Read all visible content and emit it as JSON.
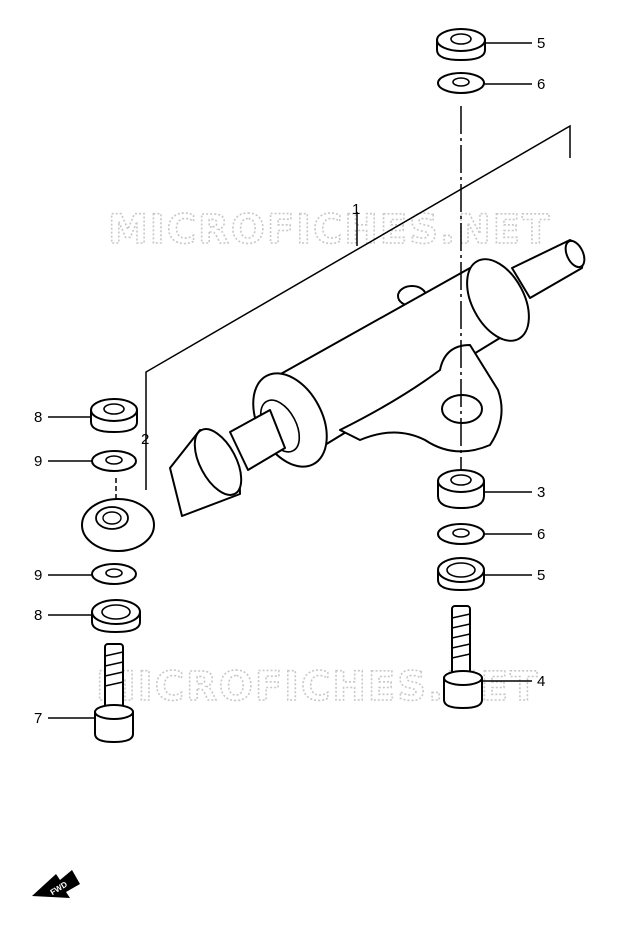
{
  "watermark": "MICROFICHES.NET",
  "callouts": [
    {
      "id": "1",
      "text": "1"
    },
    {
      "id": "2",
      "text": "2"
    },
    {
      "id": "3",
      "text": "3"
    },
    {
      "id": "4",
      "text": "4"
    },
    {
      "id": "5a",
      "text": "5"
    },
    {
      "id": "5b",
      "text": "5"
    },
    {
      "id": "6a",
      "text": "6"
    },
    {
      "id": "6b",
      "text": "6"
    },
    {
      "id": "7",
      "text": "7"
    },
    {
      "id": "8a",
      "text": "8"
    },
    {
      "id": "8b",
      "text": "8"
    },
    {
      "id": "9a",
      "text": "9"
    },
    {
      "id": "9b",
      "text": "9"
    }
  ],
  "fwd_badge": "FWD"
}
